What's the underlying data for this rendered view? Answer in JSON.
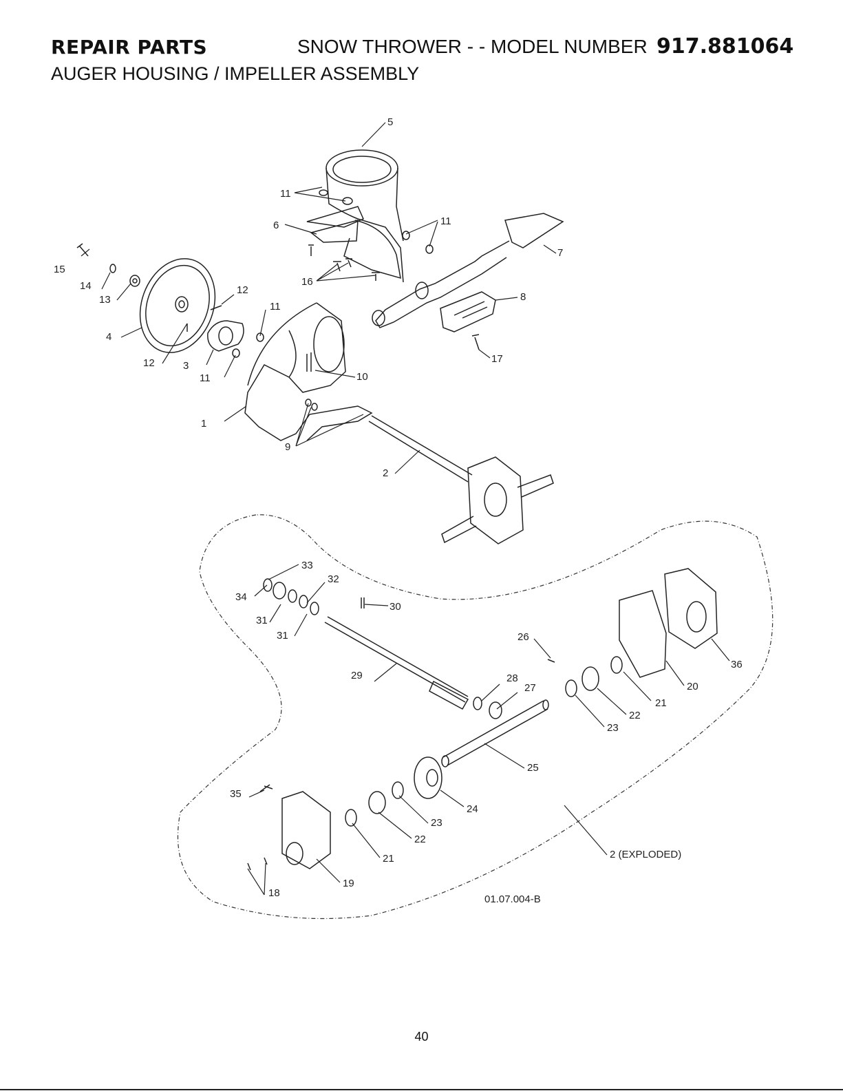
{
  "header": {
    "section": "REPAIR PARTS",
    "product": "SNOW THROWER - - MODEL NUMBER",
    "model": "917.881064",
    "subtitle": "AUGER HOUSING / IMPELLER ASSEMBLY"
  },
  "callouts": {
    "c1": "1",
    "c2": "2",
    "c3": "3",
    "c4": "4",
    "c5": "5",
    "c6": "6",
    "c7": "7",
    "c8": "8",
    "c9": "9",
    "c10": "10",
    "c11a": "11",
    "c11b": "11",
    "c11c": "11",
    "c11d": "11",
    "c12a": "12",
    "c12b": "12",
    "c13": "13",
    "c14": "14",
    "c15": "15",
    "c16": "16",
    "c17": "17",
    "c18": "18",
    "c19": "19",
    "c20": "20",
    "c21a": "21",
    "c21b": "21",
    "c22a": "22",
    "c22b": "22",
    "c23a": "23",
    "c23b": "23",
    "c24": "24",
    "c25": "25",
    "c26": "26",
    "c27": "27",
    "c28": "28",
    "c29": "29",
    "c30": "30",
    "c31a": "31",
    "c31b": "31",
    "c32": "32",
    "c33": "33",
    "c34": "34",
    "c35": "35",
    "c36": "36",
    "c2x": "2 (EXPLODED)"
  },
  "drawing_code": "01.07.004-B",
  "page_number": "40"
}
